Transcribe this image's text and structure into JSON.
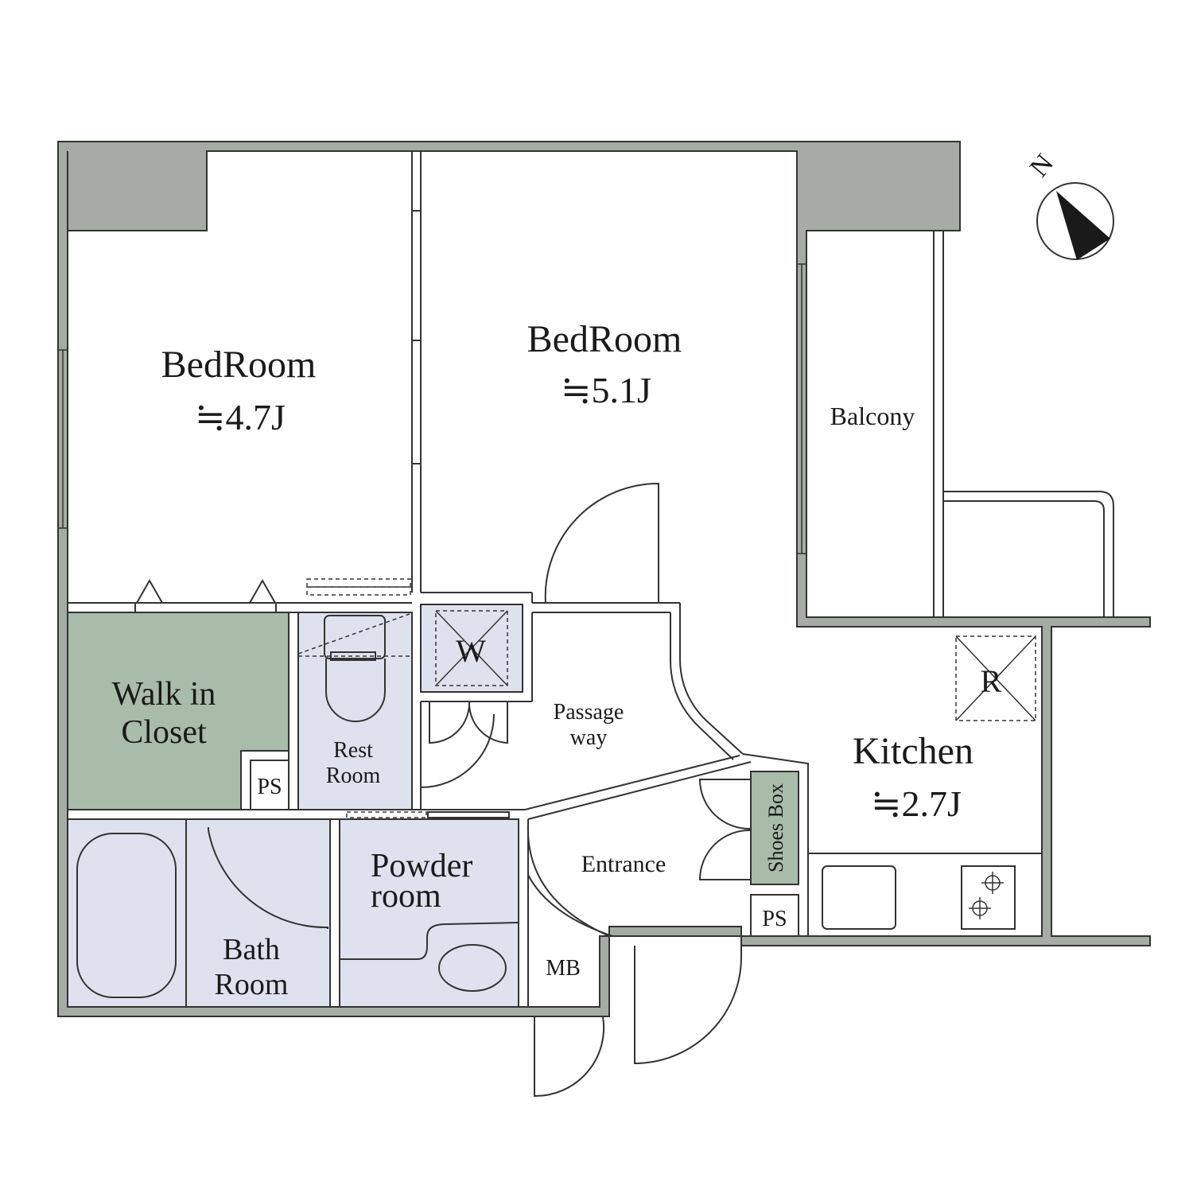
{
  "colors": {
    "wall": "#a6aca5",
    "wet_area": "#dee2ee",
    "closet": "#a9bba9",
    "line": "#333333",
    "background": "#ffffff"
  },
  "compass": {
    "label": "N"
  },
  "rooms": {
    "bedroom_west": {
      "name": "BedRoom",
      "area": "≒4.7J"
    },
    "bedroom_east": {
      "name": "BedRoom",
      "area": "≒5.1J"
    },
    "balcony": {
      "name": "Balcony"
    },
    "walk_in_closet": {
      "line1": "Walk in",
      "line2": "Closet"
    },
    "rest_room": {
      "line1": "Rest",
      "line2": "Room"
    },
    "washer": {
      "label": "W"
    },
    "passage": {
      "line1": "Passage",
      "line2": "way"
    },
    "refrigerator": {
      "label": "R"
    },
    "kitchen": {
      "name": "Kitchen",
      "area": "≒2.7J"
    },
    "shoes_box": {
      "name": "Shoes Box"
    },
    "entrance": {
      "name": "Entrance"
    },
    "powder_room": {
      "line1": "Powder",
      "line2": "room"
    },
    "bath_room": {
      "line1": "Bath",
      "line2": "Room"
    },
    "meter_box": {
      "label": "MB"
    },
    "pipe_space_west": {
      "label": "PS"
    },
    "pipe_space_east": {
      "label": "PS"
    }
  }
}
